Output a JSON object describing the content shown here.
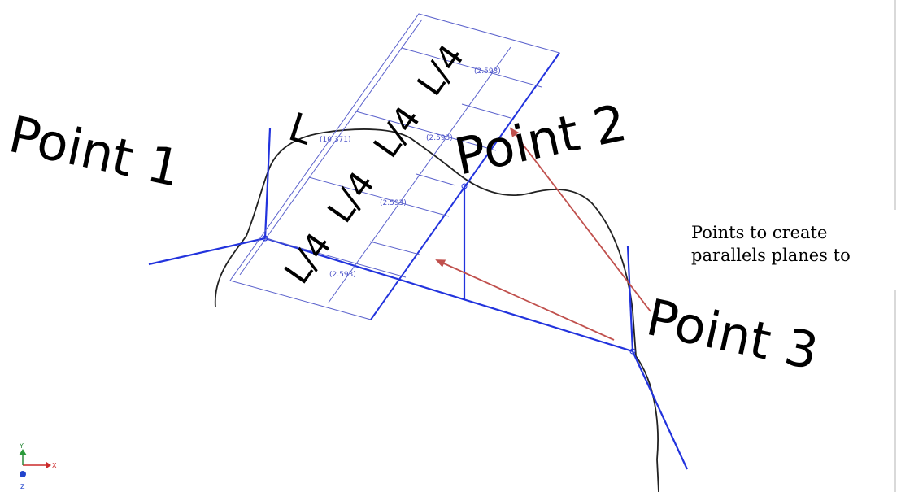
{
  "labels": {
    "point1": "Point 1",
    "point2": "Point 2",
    "point3": "Point 3",
    "length": "L",
    "quarters": [
      "L/4",
      "L/4",
      "L/4",
      "L/4"
    ]
  },
  "dimensions": {
    "total": "(10.371)",
    "segment_1": "(2.593)",
    "segment_2": "(2.593)",
    "segment_3": "(2.593)",
    "segment_4": "(2.593)"
  },
  "note": {
    "line1": "Points to create",
    "line2": "parallels planes to"
  },
  "axis_triad": {
    "x": "X",
    "y": "Y",
    "z": "Z"
  },
  "colors": {
    "sketch_line": "#2233dd",
    "dimension": "#5b62cc",
    "arrow": "#c0504d",
    "curve": "#222222"
  }
}
